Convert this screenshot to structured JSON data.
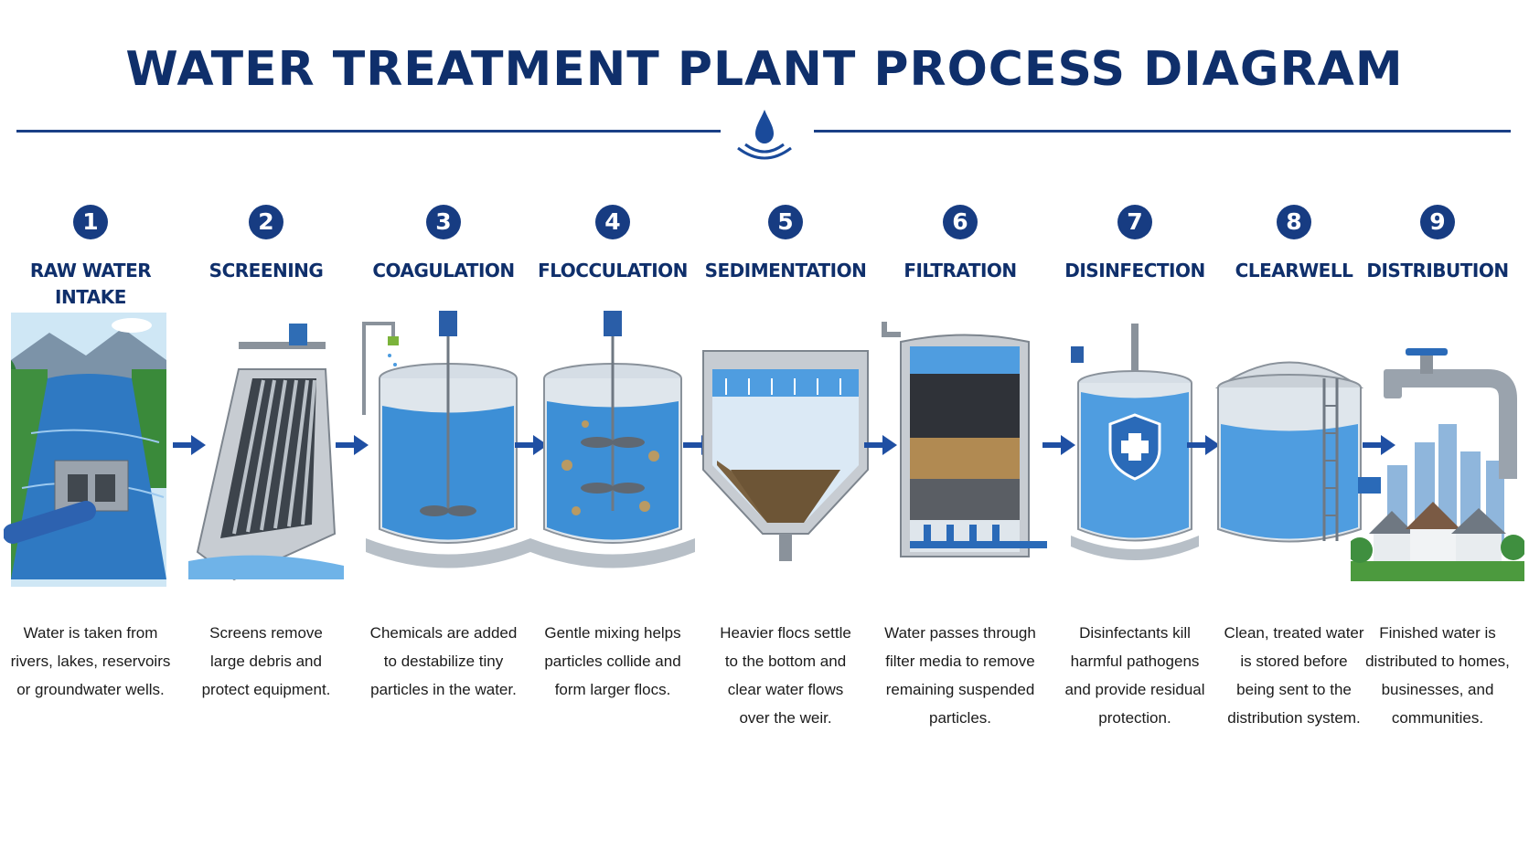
{
  "title": "WATER TREATMENT PLANT PROCESS DIAGRAM",
  "colors": {
    "navy": "#173c82",
    "water": "#3d8fd6",
    "arrow": "#1f4fa3"
  },
  "steps": [
    {
      "number": "1",
      "title": "RAW WATER\nINTAKE",
      "icon": "river-intake-icon",
      "desc": "Water is taken from\nrivers, lakes, reservoirs\nor groundwater wells."
    },
    {
      "number": "2",
      "title": "SCREENING",
      "icon": "bar-screen-icon",
      "desc": "Screens remove\nlarge debris and\nprotect equipment."
    },
    {
      "number": "3",
      "title": "COAGULATION",
      "icon": "mixing-tank-icon",
      "desc": "Chemicals are added\nto destabilize tiny\nparticles in the water."
    },
    {
      "number": "4",
      "title": "FLOCCULATION",
      "icon": "floc-tank-icon",
      "desc": "Gentle mixing helps\nparticles collide and\nform larger flocs."
    },
    {
      "number": "5",
      "title": "SEDIMENTATION",
      "icon": "settling-basin-icon",
      "desc": "Heavier flocs settle\nto the bottom and\nclear water flows\nover the weir."
    },
    {
      "number": "6",
      "title": "FILTRATION",
      "icon": "filter-media-icon",
      "desc": "Water passes through\nfilter media to remove\nremaining suspended\nparticles."
    },
    {
      "number": "7",
      "title": "DISINFECTION",
      "icon": "shield-tank-icon",
      "desc": "Disinfectants kill\nharmful pathogens\nand provide residual\nprotection."
    },
    {
      "number": "8",
      "title": "CLEARWELL",
      "icon": "storage-tank-icon",
      "desc": "Clean, treated water\nis stored before\nbeing sent to the\ndistribution system."
    },
    {
      "number": "9",
      "title": "DISTRIBUTION",
      "icon": "faucet-city-icon",
      "desc": "Finished water is\ndistributed to homes,\nbusinesses, and\ncommunities."
    }
  ]
}
